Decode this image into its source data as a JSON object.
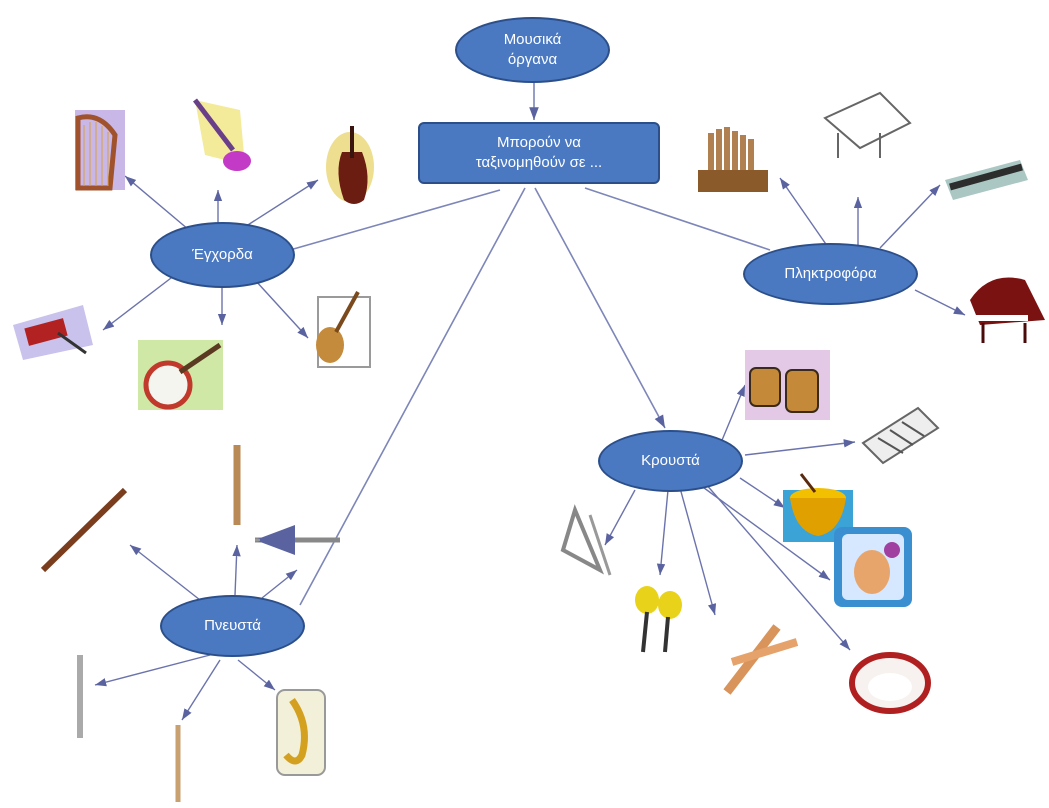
{
  "diagram": {
    "root": {
      "label_line1": "Μουσικά",
      "label_line2": "όργανα"
    },
    "connector": {
      "label_line1": "Μπορούν να",
      "label_line2": "ταξινομηθούν σε ..."
    },
    "categories": [
      {
        "id": "strings",
        "label": "Έγχορδα"
      },
      {
        "id": "keyboards",
        "label": "Πληκτροφόρα"
      },
      {
        "id": "percussion",
        "label": "Κρουστά"
      },
      {
        "id": "winds",
        "label": "Πνευστά"
      }
    ],
    "icons": {
      "strings": [
        "harp-icon",
        "electric-guitar-icon",
        "violin-icon",
        "accordion-icon",
        "banjo-icon",
        "mandolin-icon"
      ],
      "keyboards": [
        "organ-icon",
        "harpsichord-icon",
        "synthesizer-icon",
        "grand-piano-icon"
      ],
      "percussion": [
        "bongos-icon",
        "xylophone-icon",
        "drum-icon",
        "triangle-icon",
        "maracas-icon",
        "claves-icon",
        "tambourine-icon",
        "cymbal-icon"
      ],
      "winds": [
        "clarinet-icon",
        "recorder-icon",
        "flute-icon",
        "oboe-icon",
        "piccolo-icon",
        "saxophone-icon"
      ]
    },
    "colors": {
      "node_fill": "#4a79c2",
      "node_border": "#2c4f8a",
      "edge": "#6672a8",
      "text": "#ffffff"
    }
  }
}
